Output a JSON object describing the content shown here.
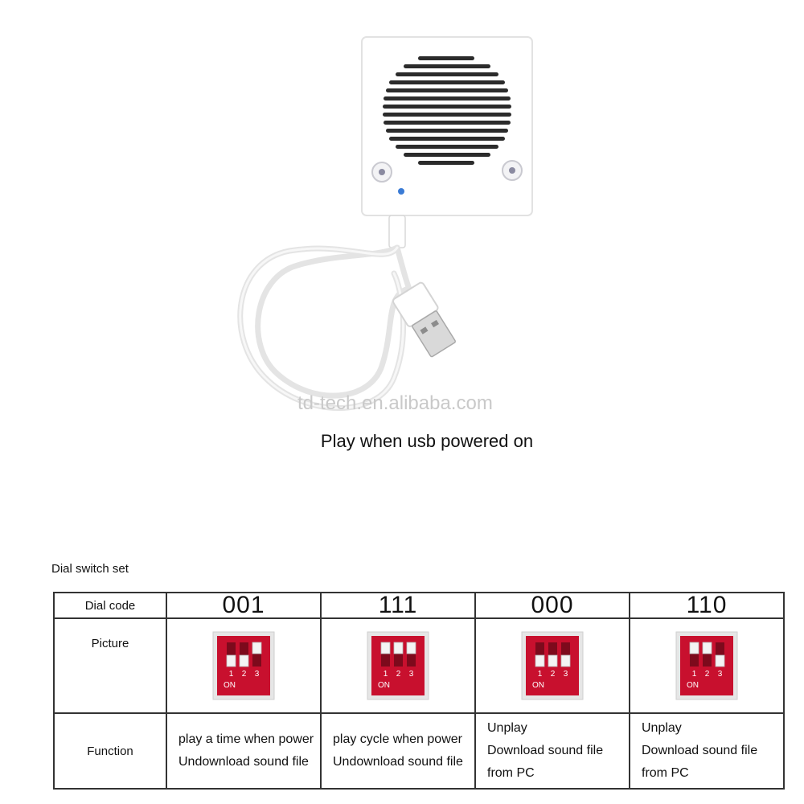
{
  "watermark": "td-tech.en.alibaba.com",
  "caption": "Play when usb powered on",
  "section_title": "Dial switch set",
  "table": {
    "row_labels": {
      "code": "Dial code",
      "picture": "Picture",
      "function": "Function"
    },
    "columns": [
      {
        "code": "001",
        "switches": [
          0,
          0,
          1
        ],
        "on_label": "ON",
        "numbers": [
          "1",
          "2",
          "3"
        ],
        "function_lines": [
          "play a time when power",
          "Undownload sound file"
        ]
      },
      {
        "code": "111",
        "switches": [
          1,
          1,
          1
        ],
        "on_label": "ON",
        "numbers": [
          "1",
          "2",
          "3"
        ],
        "function_lines": [
          "play cycle when power",
          "Undownload sound file"
        ]
      },
      {
        "code": "000",
        "switches": [
          0,
          0,
          0
        ],
        "on_label": "ON",
        "numbers": [
          "1",
          "2",
          "3"
        ],
        "function_lines": [
          "Unplay",
          "Download sound file",
          "from PC"
        ]
      },
      {
        "code": "110",
        "switches": [
          1,
          1,
          0
        ],
        "on_label": "ON",
        "numbers": [
          "1",
          "2",
          "3"
        ],
        "function_lines": [
          "Unplay",
          "Download sound file",
          "from PC"
        ]
      }
    ]
  },
  "colors": {
    "switch_red": "#c8102e",
    "switch_frame": "#e6e6e6",
    "speaker_body": "#ffffff",
    "led": "#3a7bd5"
  }
}
